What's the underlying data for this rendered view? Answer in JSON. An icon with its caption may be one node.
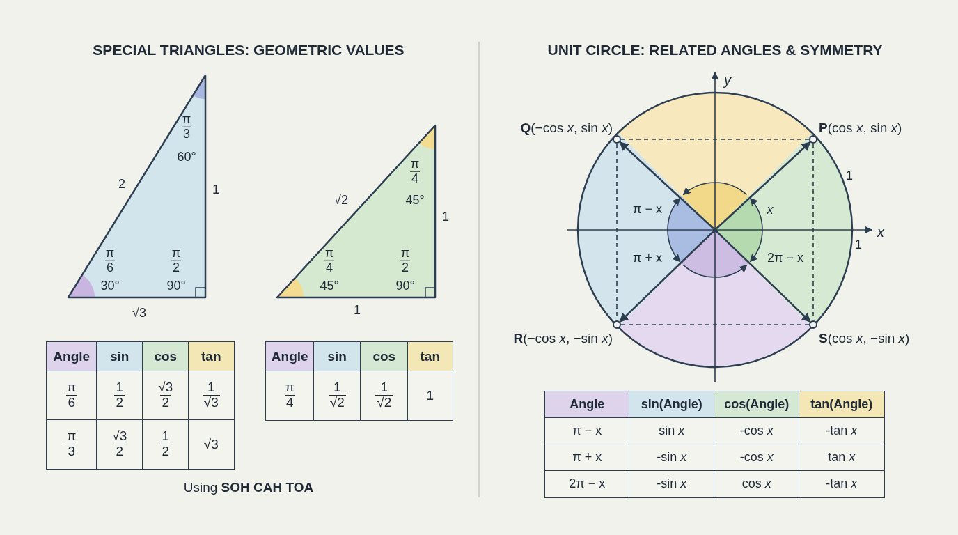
{
  "diagram": {
    "nodes": [
      {
        "text": [
          "π 3",
          "60°",
          "π 6",
          "30°",
          "π 2",
          "90°"
        ],
        "beside": [
          "2",
          "1",
          "√3"
        ]
      },
      {
        "text": [
          "π 4",
          "45°",
          "π 4",
          "45°",
          "π 2",
          "90°"
        ],
        "beside": [
          "√2",
          "1",
          "1"
        ]
      },
      {
        "text": [],
        "shape": "circle",
        "beside": [
          "**Q**(−cos *x*, sin *x*)"
        ]
      },
      {
        "text": [],
        "shape": "circle",
        "beside": [
          "**P**(cos *x*, sin *x*)"
        ]
      },
      {
        "text": [],
        "shape": "point"
      },
      {
        "text": [],
        "shape": "circle",
        "beside": [
          "**R**(−cos *x*, −sin *x*)"
        ]
      },
      {
        "text": [],
        "shape": "circle",
        "beside": [
          "**S**(cos *x*, −sin *x*)"
        ]
      }
    ],
    "edges": [
      {
        "from": 4,
        "to": 3,
        "arrow": "to"
      },
      {
        "from": 4,
        "to": 2,
        "arrow": "to"
      },
      {
        "from": 4,
        "to": 5,
        "arrow": "to"
      },
      {
        "from": 4,
        "to": 6,
        "arrow": "to"
      },
      {
        "from": 2,
        "to": 3,
        "arrow": "none",
        "style": "dashed"
      },
      {
        "from": 2,
        "to": 5,
        "arrow": "none",
        "style": "dashed"
      },
      {
        "from": 3,
        "to": 6,
        "arrow": "none",
        "style": "dashed"
      },
      {
        "from": 5,
        "to": 6,
        "arrow": "none",
        "style": "dashed"
      }
    ],
    "labels": [
      "SPECIAL TRIANGLES: GEOMETRIC VALUES",
      "UNIT CIRCLE: RELATED ANGLES & SYMMETRY",
      "Angle",
      "sin",
      "cos",
      "tan",
      "π 6",
      "1 2",
      "√3 2",
      "1 √3",
      "π 3",
      "√3 2",
      "1 2",
      "√3",
      "Angle",
      "sin",
      "cos",
      "tan",
      "π 4",
      "1 √2",
      "1 √2",
      "1",
      "Using **SOH CAH TOA**",
      "y",
      "1",
      "x",
      "1",
      "π − x",
      "x",
      "π + x",
      "2π − x",
      "Angle",
      "sin(Angle)",
      "cos(Angle)",
      "tan(Angle)",
      "π − x",
      "sin *x*",
      "-cos *x*",
      "-tan *x*",
      "π + x",
      "-sin *x*",
      "-cos *x*",
      "tan *x*",
      "2π − x",
      "-sin *x*",
      "cos *x*",
      "-tan *x*"
    ]
  }
}
